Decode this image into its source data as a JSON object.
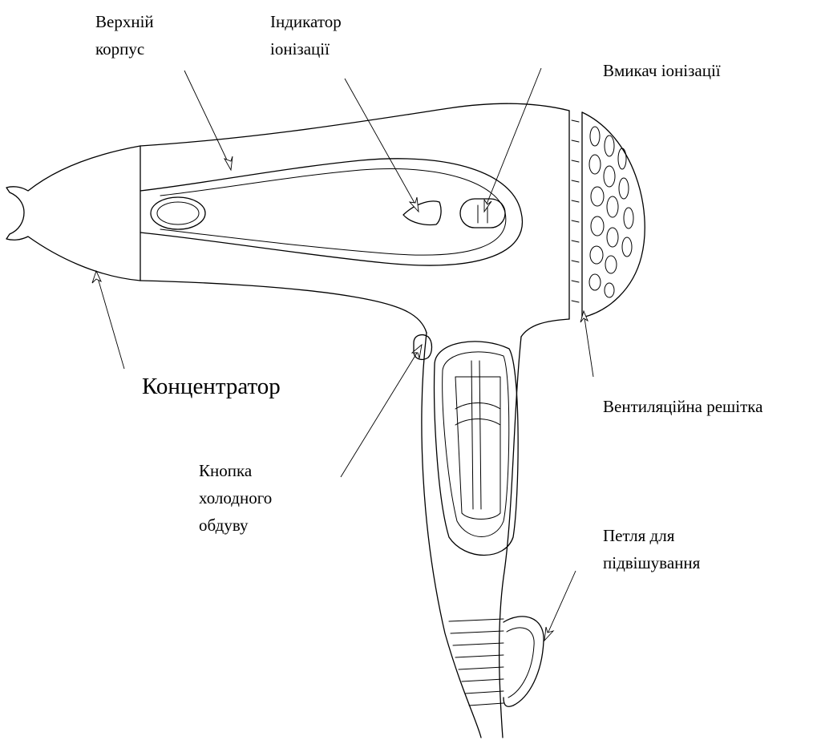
{
  "labels": {
    "upper_housing": [
      "Верхній",
      "корпус"
    ],
    "ion_indicator": [
      "Індикатор",
      "іонізації"
    ],
    "ion_switch": "Вмикач іонізації",
    "concentrator": "Концентратор",
    "air_grille": "Вентиляційна решітка",
    "cool_shot": [
      "Кнопка",
      "холодного",
      "обдуву"
    ],
    "hang_loop": [
      "Петля для",
      "підвішування"
    ]
  }
}
